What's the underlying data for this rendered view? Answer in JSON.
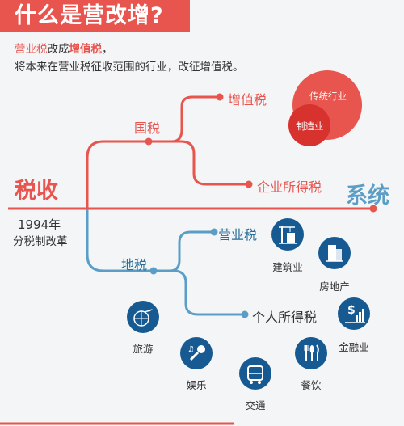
{
  "header": {
    "title": "什么是营改增?"
  },
  "intro": {
    "p1": "营业税",
    "p2": "改成",
    "p3": "增值税",
    "p4": "，",
    "line2": "将本来在营业税征收范围的行业，改征增值税。"
  },
  "venn": {
    "outer": "传统行业",
    "inner": "制造业"
  },
  "diagram": {
    "root": "税收",
    "target": "系统",
    "year": "1994年",
    "year_sub": "分税制改革",
    "national": "国税",
    "local": "地税",
    "vat": "增值税",
    "corp_tax": "企业所得税",
    "biz_tax": "营业税",
    "personal_tax": "个人所得税"
  },
  "industries": {
    "construction": "建筑业",
    "real_estate": "房地产",
    "finance": "金融业",
    "tourism": "旅游",
    "entertainment": "娱乐",
    "transport": "交通",
    "catering": "餐饮"
  },
  "colors": {
    "red": "#e8554e",
    "blue": "#5a9ec7",
    "icon_bg": "#175a92"
  }
}
